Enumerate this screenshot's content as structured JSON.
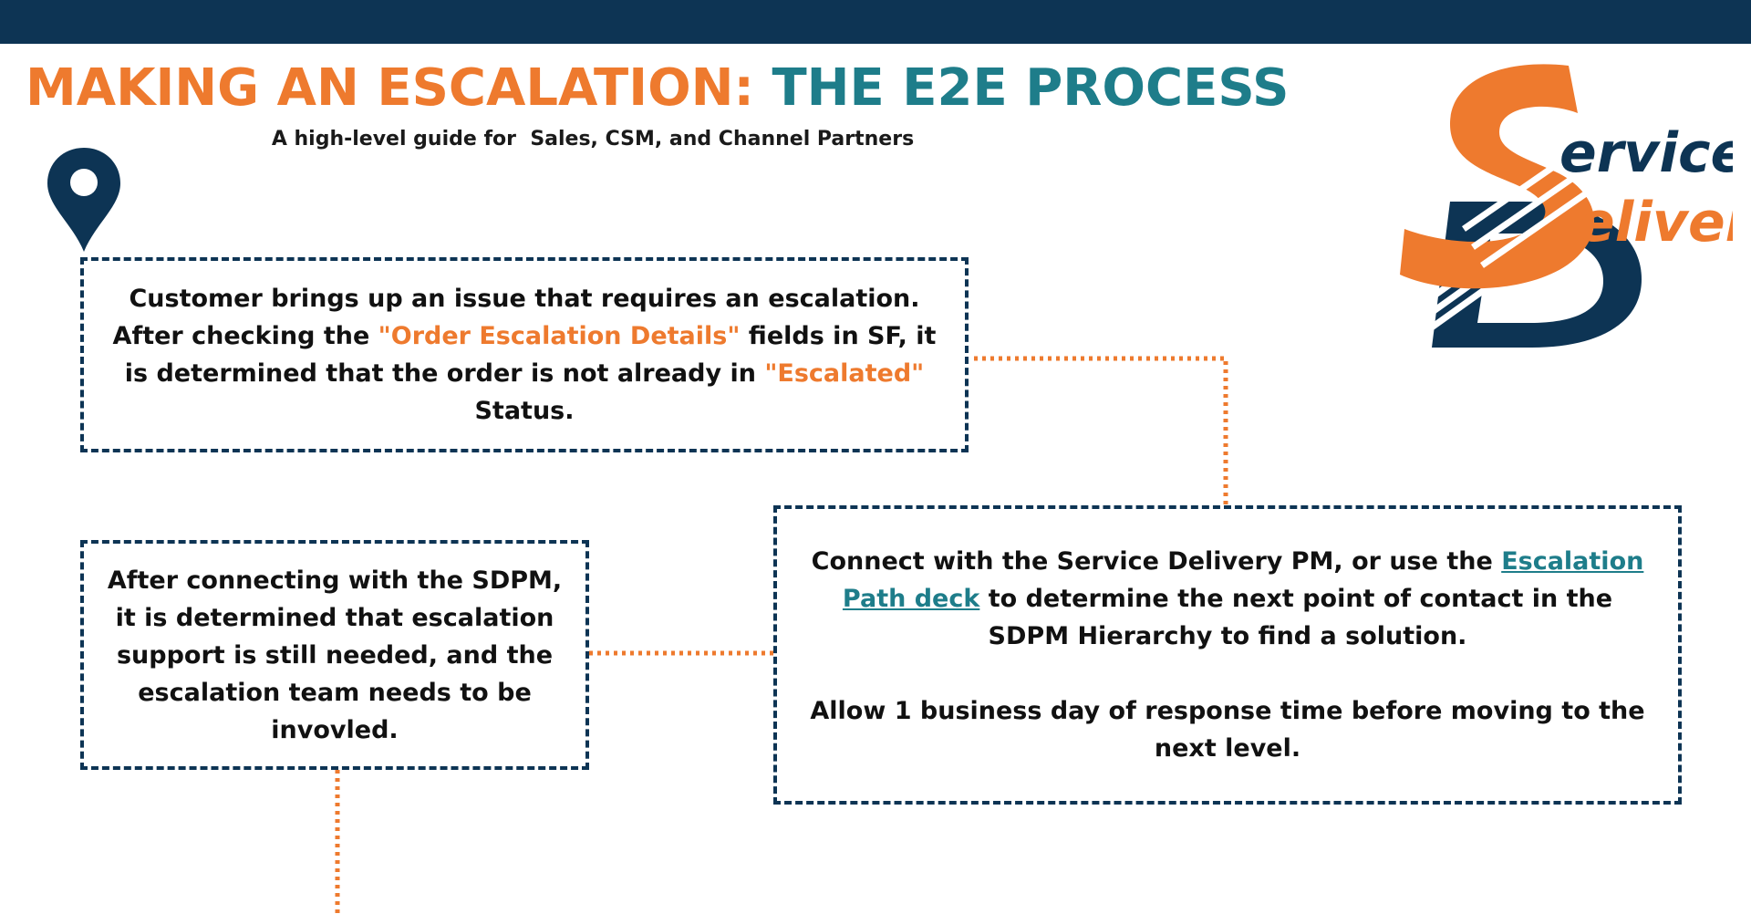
{
  "header": {
    "title_part1": "MAKING AN ESCALATION:",
    "title_part2": "THE E2E PROCESS",
    "subtitle": "A high-level guide for  Sales, CSM, and Channel Partners"
  },
  "logo": {
    "word1": "ervice",
    "word2": "elivery",
    "letter1": "S",
    "letter2": "D",
    "colors": {
      "orange": "#ee7a2e",
      "navy": "#0d3454"
    }
  },
  "steps": [
    {
      "id": "step-1",
      "text_a": "Customer brings up an issue that requires an escalation. After checking the ",
      "highlight_1": "\"Order Escalation Details\"",
      "text_b": " fields in SF, it is determined that the order is not already in ",
      "highlight_2": "\"Escalated\"",
      "text_c": " Status."
    },
    {
      "id": "step-2",
      "text_a": "Connect with the Service Delivery PM, or use the ",
      "link_label": "Escalation Path deck",
      "text_b": " to determine the next point of contact in the SDPM Hierarchy to find a solution.",
      "note": "Allow 1 business day of response time before moving to the next level."
    },
    {
      "id": "step-3",
      "text": "After connecting with the SDPM, it is determined that escalation support is still needed, and the escalation team needs to be invovled."
    }
  ],
  "colors": {
    "navy": "#0d3454",
    "orange": "#ee7a2e",
    "teal": "#1e7d8a",
    "text": "#111111"
  },
  "icons": {
    "pin": "location-pin-icon"
  }
}
